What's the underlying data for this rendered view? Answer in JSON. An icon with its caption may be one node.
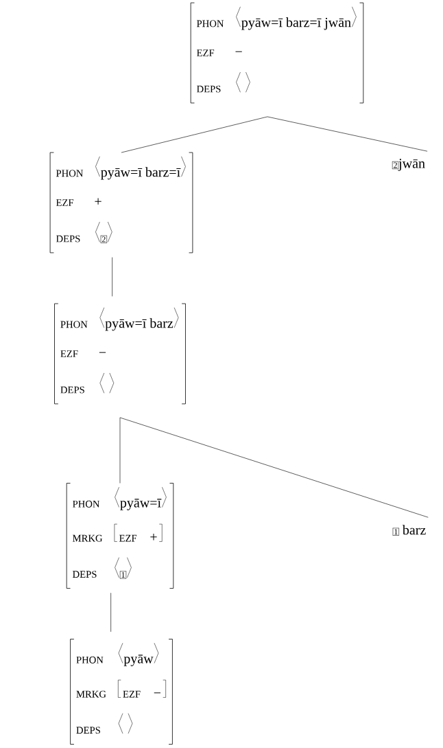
{
  "diagram": {
    "nodes": [
      {
        "text": [
          "PHON",
          "pyāw=ī barz=ī jwān",
          "EZF",
          "−",
          "DEPS"
        ]
      },
      {
        "text": [
          "PHON",
          "pyāw=ī barz=ī",
          "EZF",
          "+",
          "DEPS",
          "2"
        ]
      },
      {
        "text": [
          "2",
          "jwān"
        ]
      },
      {
        "text": [
          "PHON",
          "pyāw=ī barz",
          "EZF",
          "−",
          "DEPS"
        ]
      },
      {
        "text": [
          "PHON",
          "pyāw=ī",
          "MRKG",
          "EZF",
          "+",
          "DEPS",
          "1"
        ]
      },
      {
        "text": [
          "1",
          "barz"
        ]
      },
      {
        "text": [
          "PHON",
          "pyāw",
          "MRKG",
          "EZF",
          "−",
          "DEPS"
        ]
      }
    ],
    "edges": [
      {
        "from": 0,
        "to": 1,
        "arrow": "none"
      },
      {
        "from": 0,
        "to": 2,
        "arrow": "none"
      },
      {
        "from": 1,
        "to": 3,
        "arrow": "none"
      },
      {
        "from": 3,
        "to": 4,
        "arrow": "none"
      },
      {
        "from": 3,
        "to": 5,
        "arrow": "none"
      },
      {
        "from": 4,
        "to": 6,
        "arrow": "none"
      }
    ]
  }
}
